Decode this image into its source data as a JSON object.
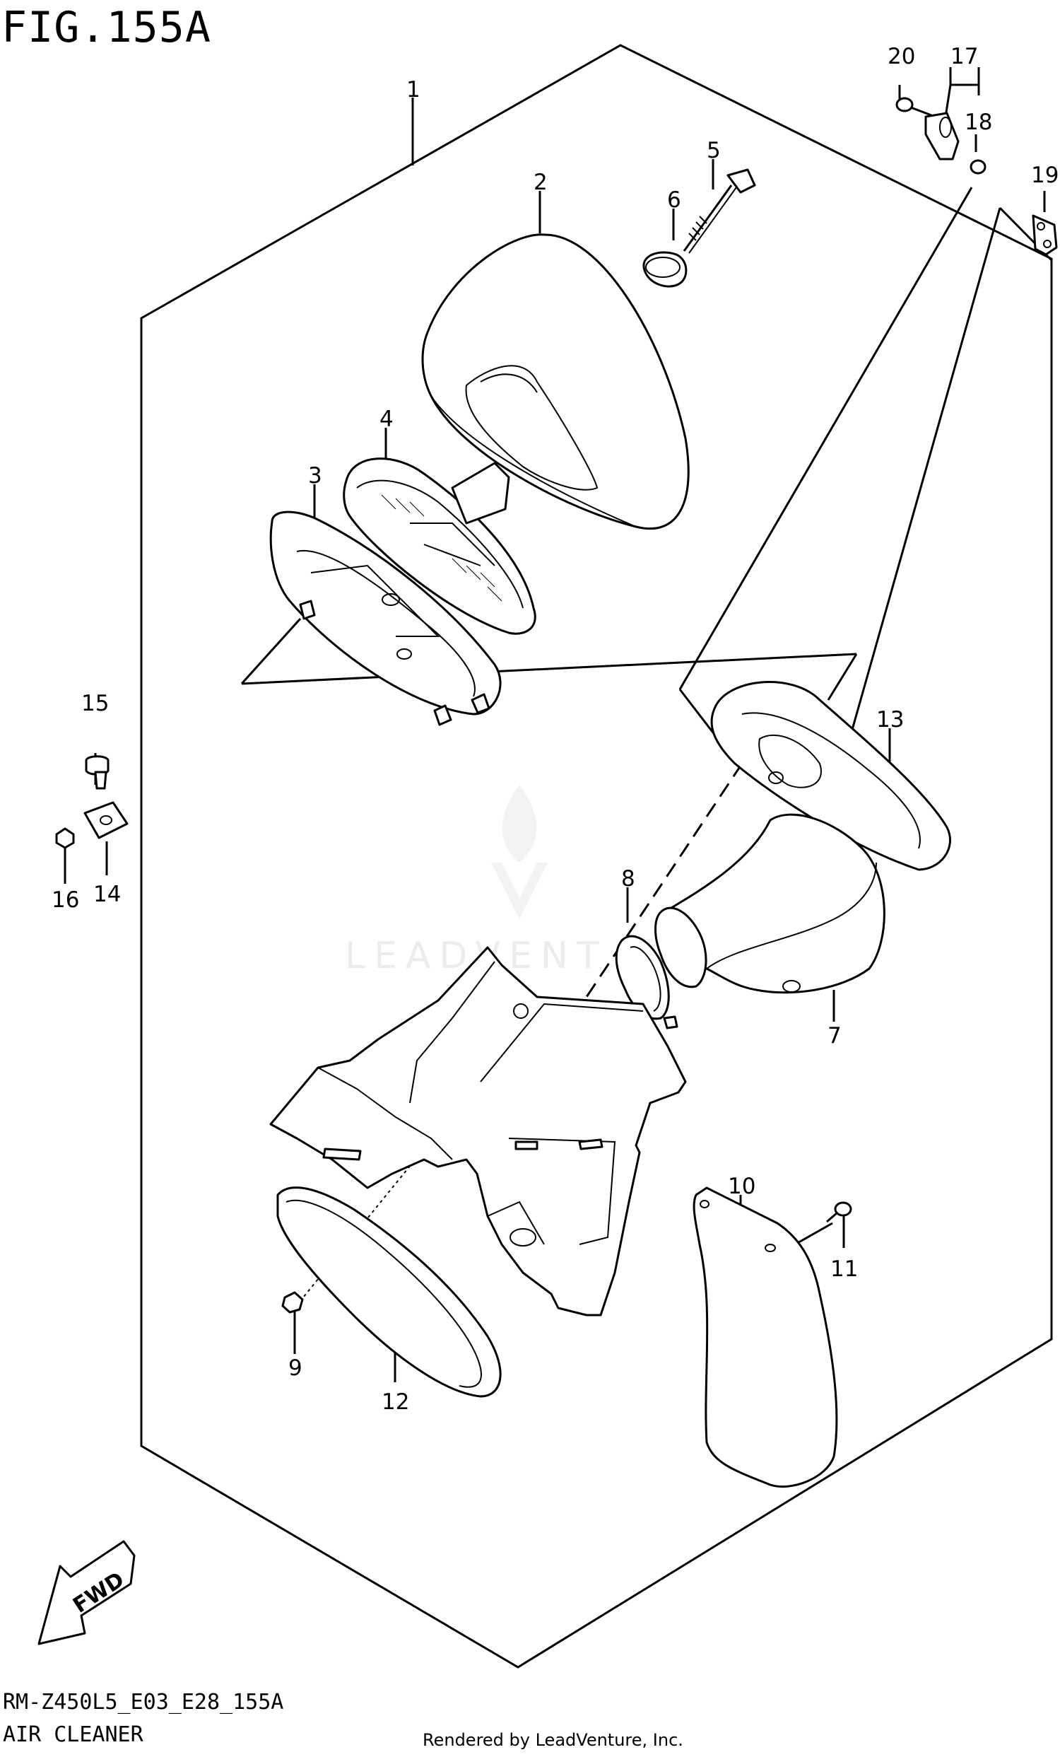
{
  "figure": {
    "title": "FIG.155A",
    "diagram_code": "RM-Z450L5_E03_E28_155A",
    "diagram_name": "AIR CLEANER",
    "credit": "Rendered by LeadVenture, Inc.",
    "watermark": "LEADVENT"
  },
  "fwd_marker": {
    "label": "FWD",
    "icon": "fwd-arrow-icon"
  },
  "callouts": {
    "c1": "1",
    "c2": "2",
    "c3": "3",
    "c4": "4",
    "c5": "5",
    "c6": "6",
    "c7": "7",
    "c8": "8",
    "c9": "9",
    "c10": "10",
    "c11": "11",
    "c12": "12",
    "c13": "13",
    "c14": "14",
    "c15": "15",
    "c16": "16",
    "c17": "17",
    "c18": "18",
    "c19": "19",
    "c20": "20"
  }
}
